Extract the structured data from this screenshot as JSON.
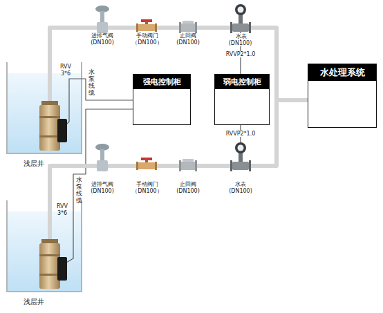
{
  "diagram": {
    "nodes": [
      {
        "text": [
          "浅层井"
        ]
      },
      {
        "text": [
          "强电控制柜"
        ]
      },
      {
        "text": [
          "弱电控制柜"
        ]
      },
      {
        "text": [
          "水处理系统"
        ]
      },
      {
        "text": [
          "浅层井"
        ]
      }
    ],
    "edges": [
      {
        "from": 0,
        "to": 1,
        "arrow": "none",
        "label": "水泵线缆"
      },
      {
        "from": 4,
        "to": 1,
        "arrow": "none",
        "label": "水泵线缆"
      },
      {
        "from": 0,
        "to": 3,
        "arrow": "none"
      },
      {
        "from": 4,
        "to": 3,
        "arrow": "none"
      }
    ],
    "labels": [
      "RVV 3*6",
      "进排气阀 (DN100)",
      "手动阀门（DN100）",
      "止回阀 (DN100)",
      "水表 (DN100)",
      "RVVP2*1.0",
      "RVVP2*1.0",
      "进排气阀 (DN100)",
      "手动阀门（DN100）",
      "止回阀 (DN100)",
      "水表 (DN100)",
      "RVV 3*6"
    ]
  }
}
